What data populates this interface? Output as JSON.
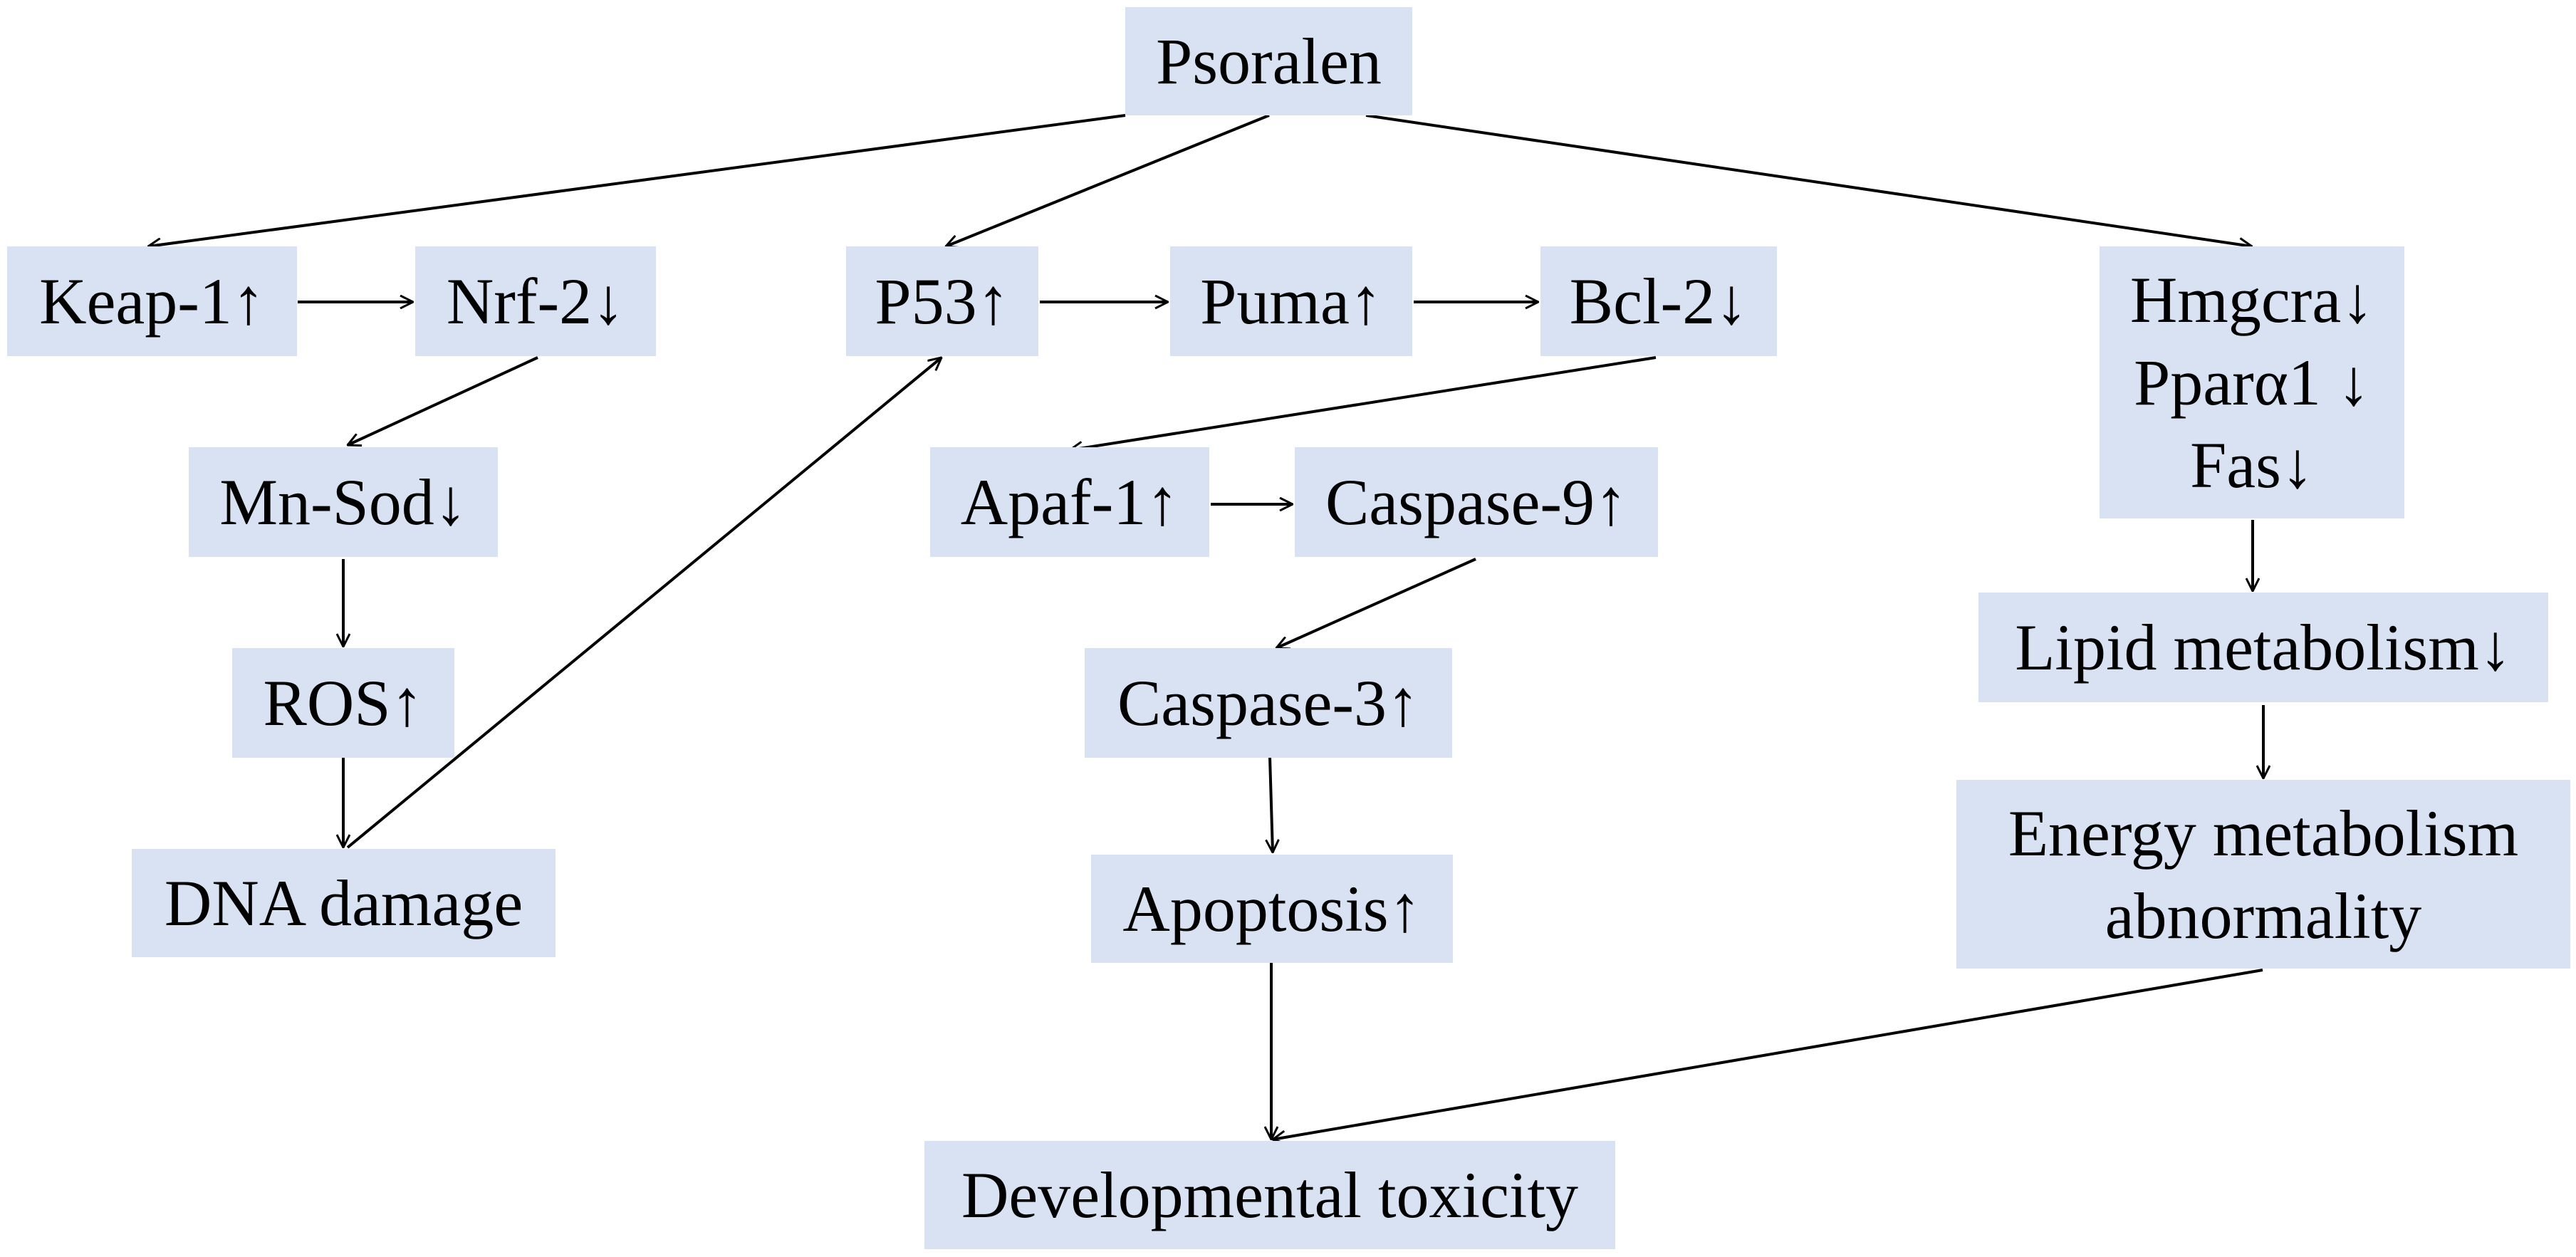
{
  "diagram": {
    "nodes": {
      "psoralen": "Psoralen",
      "keap1": "Keap-1↑",
      "nrf2": "Nrf-2↓",
      "mnsod": "Mn-Sod↓",
      "ros": "ROS↑",
      "dna": "DNA damage",
      "p53": "P53↑",
      "puma": "Puma↑",
      "bcl2": "Bcl-2↓",
      "apaf1": "Apaf-1↑",
      "casp9": "Caspase-9↑",
      "casp3": "Caspase-3↑",
      "apoptosis": "Apoptosis↑",
      "devtox": "Developmental toxicity",
      "genes": [
        "Hmgcra↓",
        "Pparα1 ↓",
        "Fas↓"
      ],
      "lipid": "Lipid metabolism↓",
      "energy": [
        "Energy metabolism",
        "abnormality"
      ]
    },
    "colors": {
      "box_fill": "#d9e2f3",
      "arrow": "#000000",
      "text": "#000000"
    }
  }
}
